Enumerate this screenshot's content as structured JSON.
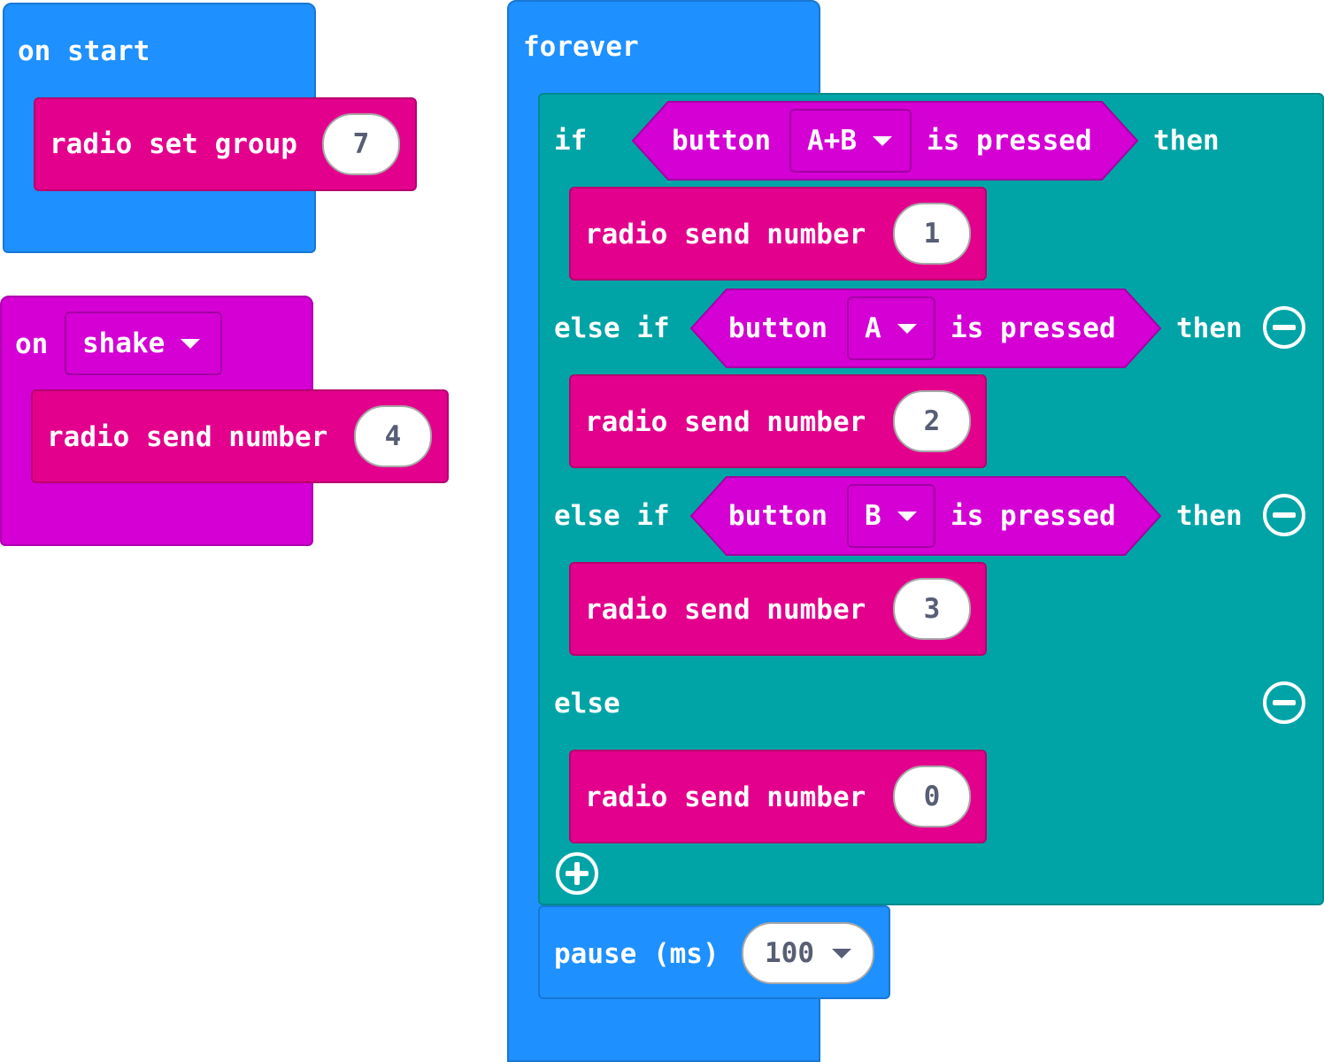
{
  "on_start": {
    "hat_label": "on start",
    "block_label": "radio set group",
    "group_value": "7"
  },
  "on_shake": {
    "on_label": "on",
    "gesture": "shake",
    "block_label": "radio send number",
    "value": "4"
  },
  "forever": {
    "label": "forever",
    "if_block": {
      "if_label": "if",
      "else_if_label": "else if",
      "else_label": "else",
      "then_label": "then",
      "condition_prefix": "button",
      "condition_suffix": "is pressed",
      "branches": [
        {
          "button": "A+B",
          "send_label": "radio send number",
          "value": "1"
        },
        {
          "button": "A",
          "send_label": "radio send number",
          "value": "2"
        },
        {
          "button": "B",
          "send_label": "radio send number",
          "value": "3"
        }
      ],
      "else_send_label": "radio send number",
      "else_value": "0"
    },
    "pause": {
      "label": "pause (ms)",
      "value": "100"
    }
  },
  "colors": {
    "basic": "#1E90FF",
    "input": "#D400D4",
    "radio": "#E3008C",
    "logic": "#00A4A6"
  }
}
